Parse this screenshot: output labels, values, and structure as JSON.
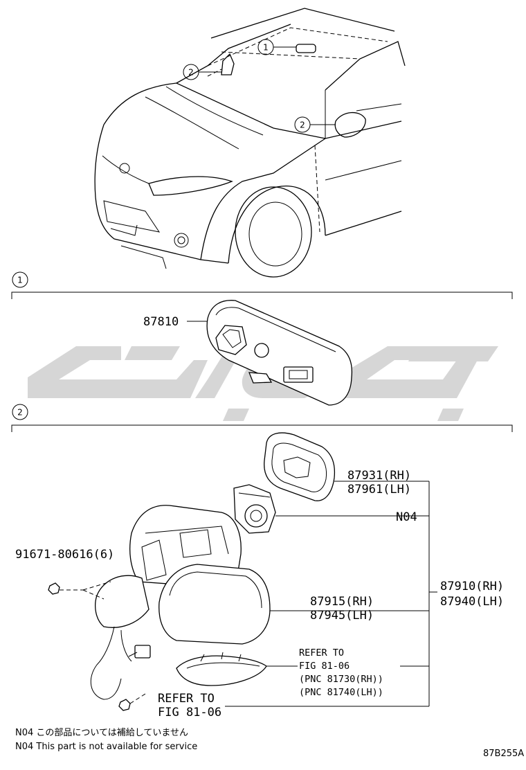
{
  "callouts": [
    "1",
    "2",
    "2",
    "1",
    "2"
  ],
  "parts": {
    "rear_view_mirror": "87810",
    "mirror_glass_rh": "87931(RH)",
    "mirror_glass_lh": "87961(LH)",
    "n04_code": "N04",
    "screw": "91671-80616(6)",
    "outer_mirror_rh": "87910(RH)",
    "outer_mirror_lh": "87940(LH)",
    "cover_rh": "87915(RH)",
    "cover_lh": "87945(LH)",
    "refer1_line1": "REFER TO",
    "refer1_line2": "FIG 81-06",
    "refer1_pnc1": "(PNC 81730(RH))",
    "refer1_pnc2": "(PNC 81740(LH))",
    "refer2_line1": "REFER TO",
    "refer2_line2": "FIG 81-06"
  },
  "notes": {
    "jp": "N04 この部品については補給していません",
    "en": "N04 This part is not available for service"
  },
  "figure_code": "87B255A",
  "colors": {
    "watermark": "#d4d4d4",
    "line": "#000000"
  }
}
